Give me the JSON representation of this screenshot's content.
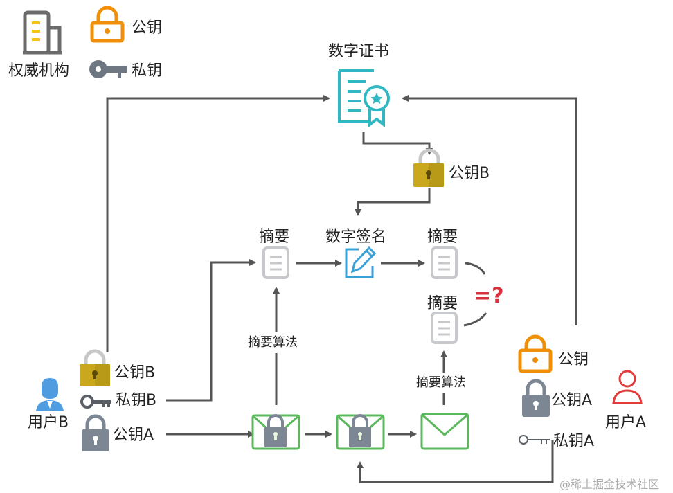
{
  "authority": {
    "label": "权威机构",
    "public_key": "公钥",
    "private_key": "私钥"
  },
  "certificate": {
    "label": "数字证书"
  },
  "cert_public_key": {
    "label": "公钥B"
  },
  "digest_left": {
    "label": "摘要"
  },
  "signature": {
    "label": "数字签名"
  },
  "digest_top_right": {
    "label": "摘要"
  },
  "digest_bottom_right": {
    "label": "摘要"
  },
  "compare": {
    "label": "=?"
  },
  "algo_left": {
    "label": "摘要算法"
  },
  "algo_right": {
    "label": "摘要算法"
  },
  "user_b": {
    "label": "用户B",
    "public_key_b": "公钥B",
    "private_key_b": "私钥B",
    "public_key_a": "公钥A"
  },
  "user_a": {
    "label": "用户A",
    "public_key": "公钥",
    "public_key_a": "公钥A",
    "private_key_a": "私钥A"
  },
  "watermark": "@稀土掘金技术社区",
  "colors": {
    "orange": "#f0900a",
    "gray": "#7d8794",
    "teal": "#2fb8c2",
    "gold": "#c9a81e",
    "green": "#5cb85c",
    "blue": "#3aa0d8",
    "red": "#e23b3b",
    "arrow": "#555555"
  }
}
